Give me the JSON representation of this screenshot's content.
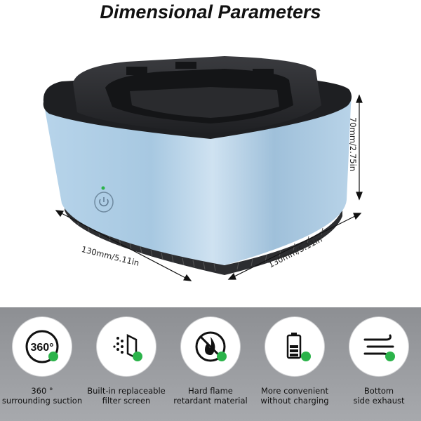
{
  "title": "Dimensional Parameters",
  "dimensions": {
    "width_label": "130mm/5.11in",
    "depth_label": "130mm/5.11in",
    "height_label": "70mm/2.75in"
  },
  "features": [
    {
      "icon": "360-icon",
      "line1": "360 °",
      "line2": "surrounding suction",
      "badge": "360°"
    },
    {
      "icon": "filter-screen-icon",
      "line1": "Built-in replaceable",
      "line2": "filter screen"
    },
    {
      "icon": "no-fire-icon",
      "line1": "Hard flame",
      "line2": "retardant material"
    },
    {
      "icon": "battery-icon",
      "line1": "More convenient",
      "line2": "without charging"
    },
    {
      "icon": "exhaust-icon",
      "line1": "Bottom",
      "line2": "side exhaust"
    }
  ],
  "colors": {
    "body": "#a9cbe3",
    "tray": "#2b2c2f",
    "accent_green": "#2bb34a",
    "band": "#9c9ea2"
  }
}
